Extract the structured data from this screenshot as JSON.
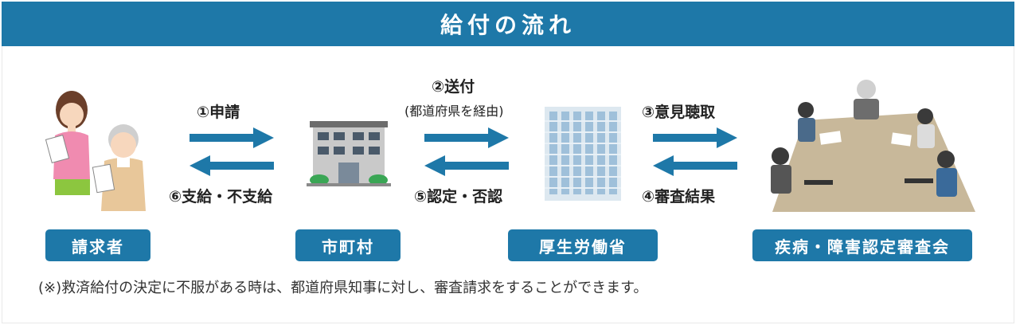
{
  "title": "給付の流れ",
  "colors": {
    "primary": "#1e78a8",
    "text": "#222222"
  },
  "steps": {
    "s1": "①申請",
    "s2": "②送付",
    "s2_sub": "(都道府県を経由)",
    "s3": "③意見聴取",
    "s4": "④審査結果",
    "s5": "⑤認定・否認",
    "s6": "⑥支給・不支給"
  },
  "entities": {
    "applicant": "請求者",
    "municipality": "市町村",
    "ministry": "厚生労働省",
    "council": "疾病・障害認定審査会"
  },
  "note": "(※)救済給付の決定に不服がある時は、都道府県知事に対し、審査請求をすることができます。"
}
